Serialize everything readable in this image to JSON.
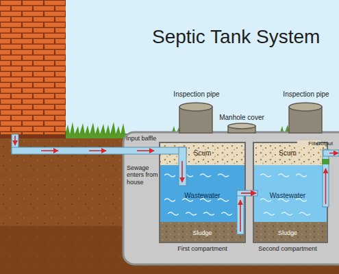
{
  "diagram": {
    "title": "Septic Tank System",
    "nodes": [
      {
        "text": [
          "Scum",
          "Wastewater",
          "Sludge",
          "First compartment"
        ]
      },
      {
        "text": [
          "Scum",
          "Wastewater",
          "Sludge",
          "Second compartment"
        ]
      }
    ],
    "edges": [
      {
        "from": 0,
        "to": 1,
        "arrow": "to"
      }
    ],
    "labels": [
      "Inspection pipe",
      "Manhole cover",
      "Inspection pipe",
      "Input baffle",
      "Filter",
      "Output",
      "Sewage enters from house"
    ]
  }
}
